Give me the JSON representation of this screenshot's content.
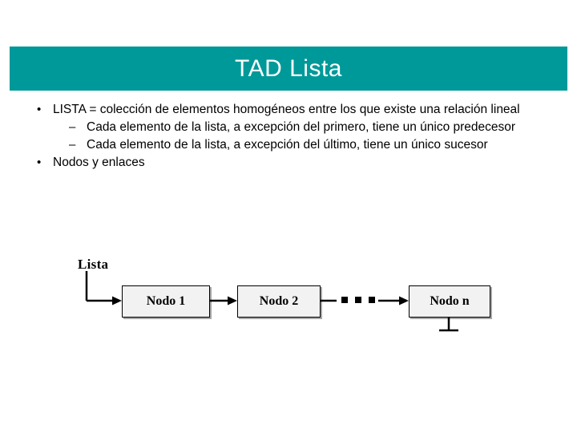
{
  "slide": {
    "title": "TAD Lista",
    "title_bg_color": "#009999",
    "title_text_color": "#ffffff",
    "bullets": [
      {
        "level": 1,
        "marker": "•",
        "text": "LISTA = colección de elementos homogéneos entre los que existe una relación lineal"
      },
      {
        "level": 2,
        "marker": "–",
        "text": "Cada elemento de la lista, a excepción del primero, tiene un único predecesor"
      },
      {
        "level": 2,
        "marker": "–",
        "text": "Cada elemento de la lista, a excepción del último, tiene un único sucesor"
      },
      {
        "level": 1,
        "marker": "•",
        "text": "Nodos y enlaces"
      }
    ]
  },
  "diagram": {
    "label": "Lista",
    "nodes": [
      {
        "id": "node-1",
        "label": "Nodo 1"
      },
      {
        "id": "node-2",
        "label": "Nodo 2"
      },
      {
        "id": "node-n",
        "label": "Nodo n"
      }
    ],
    "ellipsis": "■ ■ ■",
    "node_fill_color": "#f2f2f2",
    "node_border_color": "#000000"
  }
}
